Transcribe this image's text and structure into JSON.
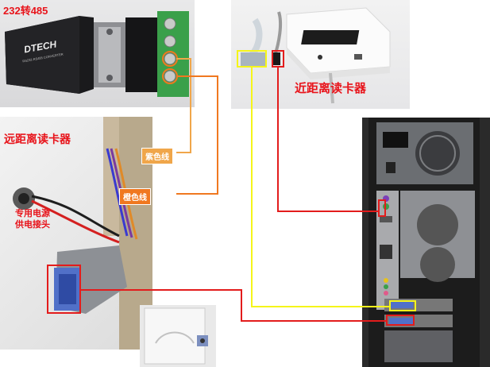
{
  "labels": {
    "converter_title": "232转485",
    "near_reader": "近距离读卡器",
    "far_reader": "远距离读卡器",
    "purple_wire": "紫色线",
    "orange_wire": "橙色线",
    "power_line1": "专用电源",
    "power_line2": "供电接头",
    "brand": "DTECH",
    "brand_sub": "RS232-RS485 CONVERTER"
  },
  "colors": {
    "label_red": "#e8141b",
    "wire_orange": "#f07820",
    "wire_yellow": "#f5f51a",
    "highlight_red": "#e31c1c",
    "purple_tag": "#f0a64a",
    "orange_tag": "#f07820",
    "terminal_green": "#3aa04a",
    "pc_case": "#1c1c1c"
  }
}
